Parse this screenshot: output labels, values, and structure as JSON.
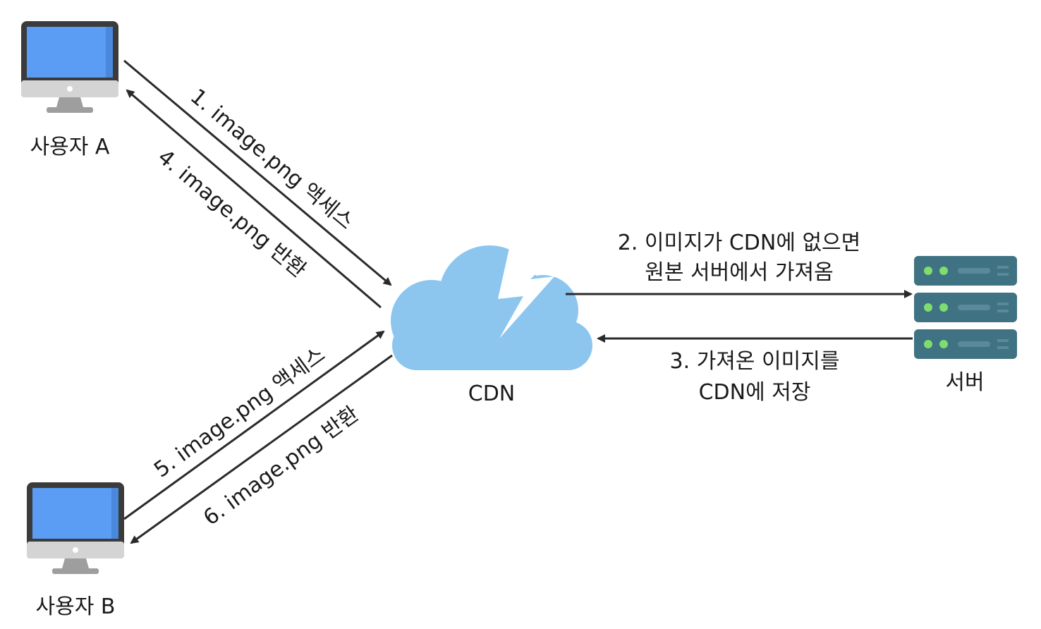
{
  "nodes": {
    "user_a": {
      "label": "사용자 A",
      "icon": "desktop-monitor-icon"
    },
    "user_b": {
      "label": "사용자 B",
      "icon": "desktop-monitor-icon"
    },
    "cdn": {
      "label": "CDN",
      "icon": "cloud-lightning-icon"
    },
    "server": {
      "label": "서버",
      "icon": "server-rack-icon"
    }
  },
  "edges": {
    "step1": "1. image.png 액세스",
    "step4": "4. image.png 반환",
    "step2_line1": "2. 이미지가 CDN에 없으면",
    "step2_line2": "원본 서버에서 가져옴",
    "step3_line1": "3. 가져온 이미지를",
    "step3_line2": "CDN에 저장",
    "step5": "5. image.png 액세스",
    "step6": "6. image.png 반환"
  },
  "colors": {
    "monitor_screen": "#5b9cf4",
    "monitor_bezel": "#3b3b3b",
    "monitor_body": "#d4d4d4",
    "cloud": "#8cc6ef",
    "bolt": "#ffffff",
    "server_body": "#3f7283",
    "server_led": "#7fdc6e",
    "arrow": "#2a2a2a"
  }
}
